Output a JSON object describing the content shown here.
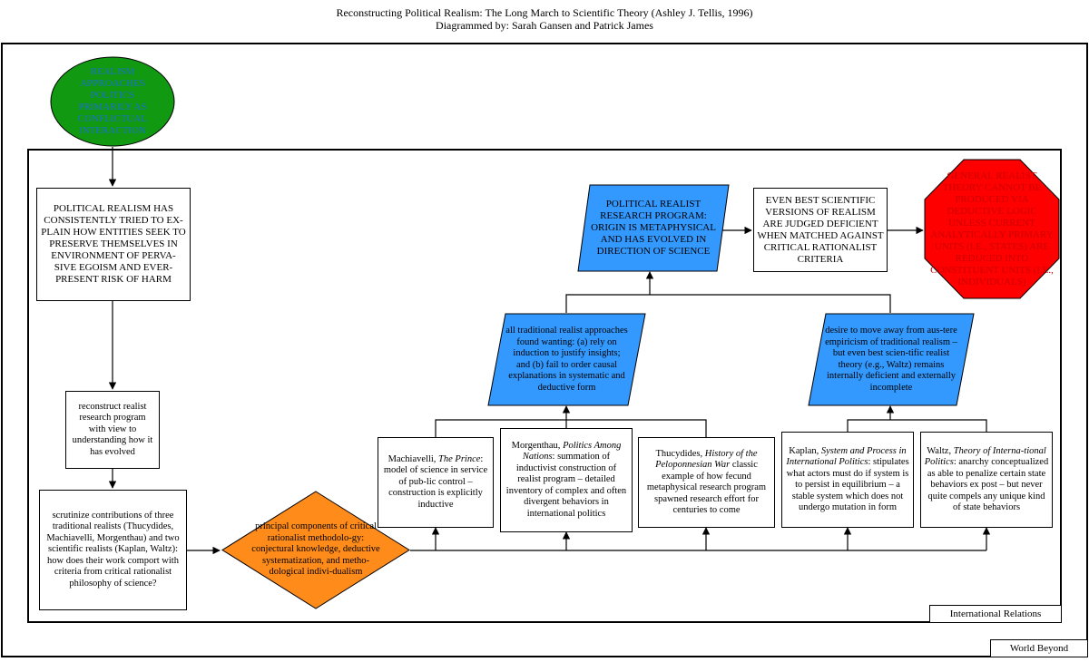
{
  "header": {
    "line1": "Reconstructing Political Realism: The Long March to Scientific Theory (Ashley J. Tellis, 1996)",
    "line2": "Diagrammed by: Sarah Gansen and Patrick James"
  },
  "frames": {
    "outer_label": "World Beyond",
    "inner_label": "International Relations"
  },
  "colors": {
    "green": "#119911",
    "blue": "#3399ff",
    "orange": "#ff8c1a",
    "red": "#ff0000",
    "red_text": "#cc0000",
    "green_text": "#1a6fcc"
  },
  "nodes": {
    "start": "REALISM APPROACHES POLITICS PRIMARILY AS CONFLICTUAL INTERACTION",
    "consistently": "POLITICAL REALISM HAS CONSISTENTLY TRIED TO EX-PLAIN HOW ENTITIES SEEK TO PRESERVE THEMSELVES IN ENVIRONMENT OF PERVA-SIVE EGOISM AND EVER-PRESENT RISK OF HARM",
    "reconstruct": "reconstruct realist research program with view to understanding how it has evolved",
    "scrutinize": "scrutinize contributions of three traditional realists (Thucydides, Machiavelli, Morgenthau) and two scientific realists (Kaplan, Waltz): how does their work comport with criteria from critical rationalist philosophy of science?",
    "principal": "principal components of critical rationalist methodolo-gy: conjectural knowledge, deductive systematization, and metho-dological indivi-dualism",
    "machiavelli": {
      "author": "Machiavelli, ",
      "work": "The Prince",
      "rest": ": model of science in service of pub-lic control – construction is explicitly inductive"
    },
    "morgenthau": {
      "author": "Morgenthau, ",
      "work": "Politics Among Nations",
      "rest": ": summation of inductivist construction of realist program – detailed inventory of complex and often divergent behaviors in international politics"
    },
    "thucydides": {
      "author": "Thucydides, ",
      "work": "History of the Peloponnesian War",
      "rest": " classic example of how fecund metaphysical research program spawned research effort for centuries to come"
    },
    "kaplan": {
      "author": "Kaplan, ",
      "work": "System and Process in International Politics",
      "rest": ": stipulates what actors must do if system is to persist in equilibrium – a stable system which does not undergo mutation in form"
    },
    "waltz": {
      "author": "Waltz, ",
      "work": "Theory of Interna-tional Politics",
      "rest": ": anarchy conceptualized as able to penalize certain state behaviors ex post – but never quite compels any unique kind of state behaviors"
    },
    "traditional": "all traditional realist approaches found wanting: (a) rely on induction to justify insights; and (b) fail to order causal explanations in systematic and deductive form",
    "desire": "desire to move away from aus-tere empiricism of traditional realism – but even best scien-tific realist theory (e.g., Waltz) remains internally deficient and externally incomplete",
    "program": "POLITICAL REALIST RESEARCH PROGRAM: ORIGIN IS METAPHYSICAL AND HAS EVOLVED IN DIRECTION OF SCIENCE",
    "deficient": "EVEN BEST SCIENTIFIC VERSIONS OF REALISM ARE JUDGED DEFICIENT WHEN MATCHED AGAINST CRITICAL RATIONALIST CRITERIA",
    "general": "GENERAL REALIST THEORY CANNOT BE PRODUCED VIA DEDUCTIVE LOGIC UNLESS CURRENT ANALYTICALLY PRIMARY UNITS (I.E., STATES) ARE REDUCED INTO CONSTITUENT UNITS (I.E., INDIVIDUALS)"
  }
}
